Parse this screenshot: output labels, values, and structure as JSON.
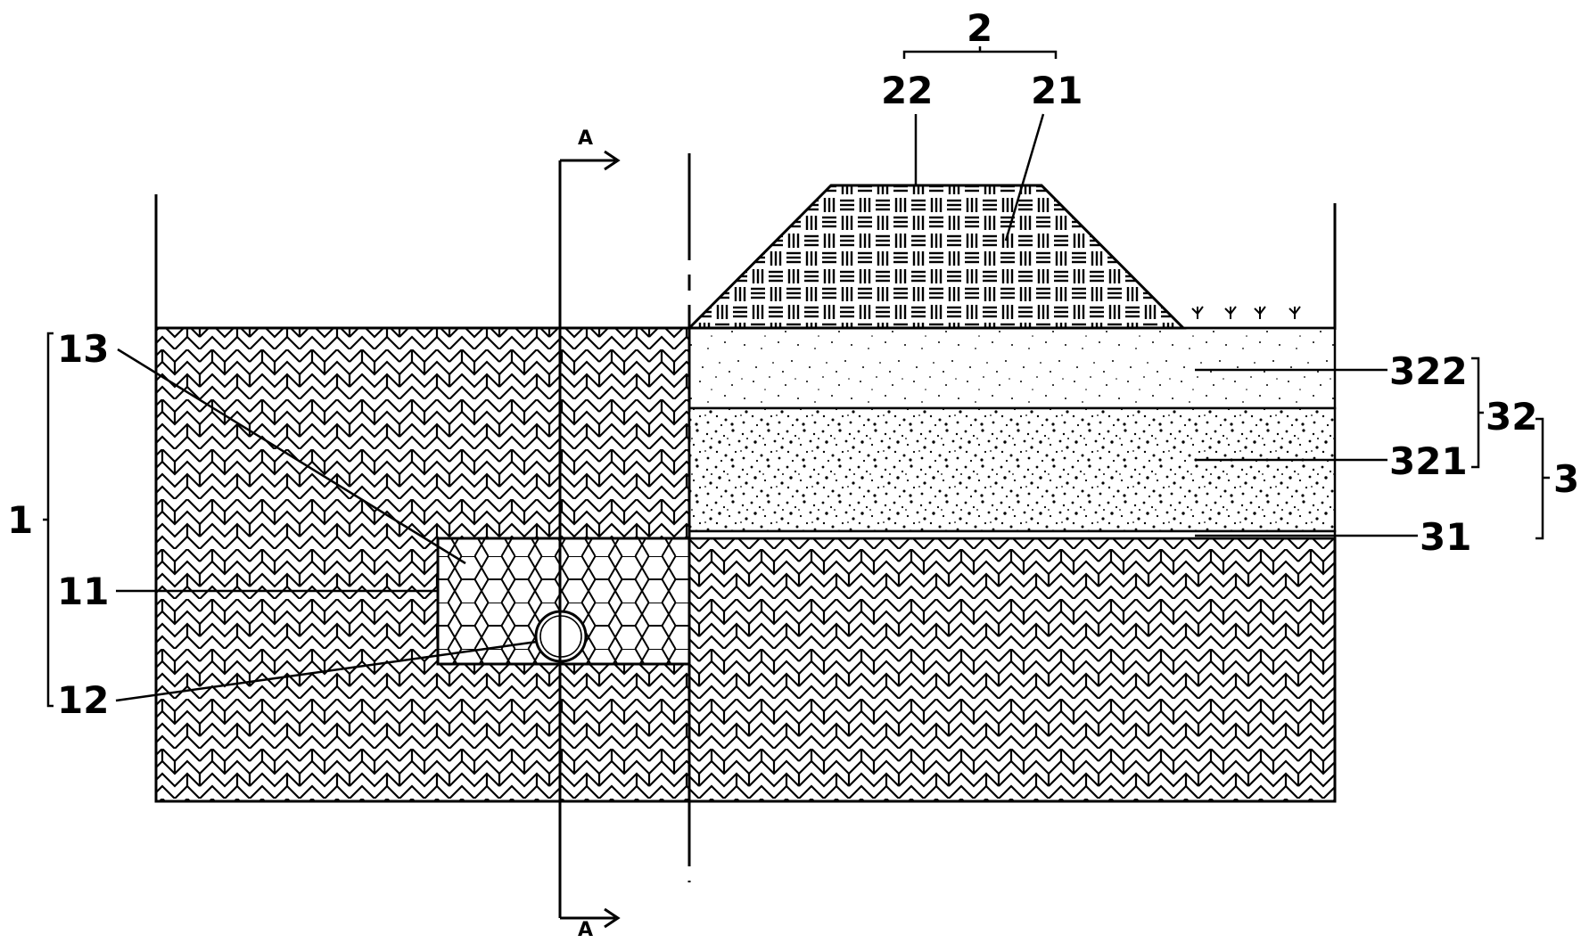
{
  "labels": {
    "l2": "2",
    "l22": "22",
    "l21": "21",
    "l13": "13",
    "l11": "11",
    "l12": "12",
    "l1": "1",
    "l322": "322",
    "l321": "321",
    "l32": "32",
    "l3": "3",
    "l31": "31",
    "sectionTop": "A",
    "sectionBottom": "A"
  },
  "colors": {
    "stroke": "#000000",
    "background": "#ffffff"
  }
}
